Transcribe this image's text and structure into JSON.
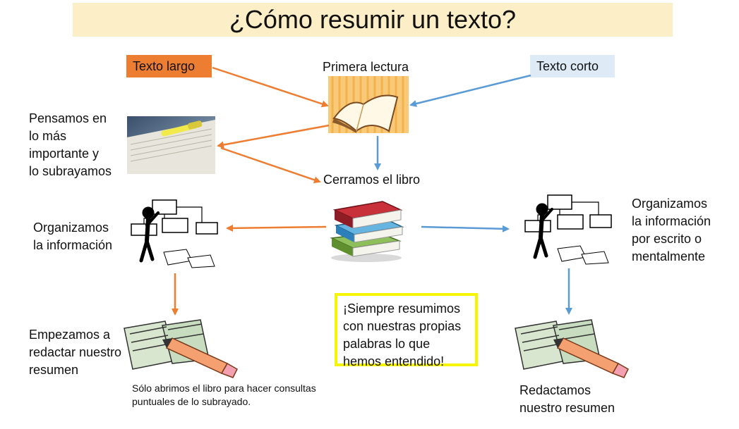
{
  "title": "¿Cómo resumir un texto?",
  "tags": {
    "long_text": "Texto largo",
    "short_text": "Texto corto"
  },
  "labels": {
    "first_reading": "Primera lectura",
    "close_book": "Cerramos el libro",
    "think_underline": "Pensamos en\nlo más\nimportante y\nlo subrayamos",
    "organize_left": "Organizamos\nla información",
    "start_writing": "Empezamos a\nredactar nuestro\nresumen",
    "consult_note": "Sólo abrimos el libro para hacer consultas\npuntuales de lo subrayado.",
    "organize_right": "Organizamos\nla información\npor escrito o\nmentalmente",
    "write_summary": "Redactamos\nnuestro resumen"
  },
  "callout": "¡Siempre resumimos con nuestras propias palabras lo que hemos entendido!",
  "colors": {
    "orange": "#ed7d31",
    "blue": "#5b9bd5",
    "title_bg": "#fcefc8",
    "callout_border": "#f5f500"
  }
}
